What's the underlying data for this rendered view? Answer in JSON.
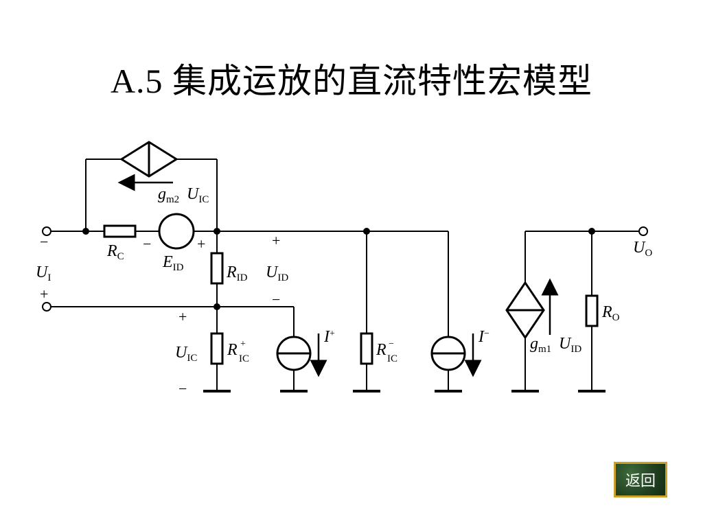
{
  "title": "A.5  集成运放的直流特性宏模型",
  "back_button": "返回",
  "labels": {
    "gm2": {
      "main": "g",
      "sub": "m2"
    },
    "uic_top": {
      "main": "U",
      "sub": "IC"
    },
    "rc": {
      "main": "R",
      "sub": "C"
    },
    "eid": {
      "main": "E",
      "sub": "ID"
    },
    "rid": {
      "main": "R",
      "sub": "ID"
    },
    "uid_mid": {
      "main": "U",
      "sub": "ID"
    },
    "ui": {
      "main": "U",
      "sub": "I"
    },
    "uic_low": {
      "main": "U",
      "sub": "IC"
    },
    "ric_plus": {
      "main": "R",
      "sub": "IC",
      "sup": "+"
    },
    "i_plus": {
      "main": "I",
      "sup": "+"
    },
    "ric_minus": {
      "main": "R",
      "sub": "IC",
      "sup": "−"
    },
    "i_minus": {
      "main": "I",
      "sup": "−"
    },
    "gm1": {
      "main": "g",
      "sub": "m1"
    },
    "uid_right": {
      "main": "U",
      "sub": "ID"
    },
    "ro": {
      "main": "R",
      "sub": "O"
    },
    "uo": {
      "main": "U",
      "sub": "O"
    }
  },
  "signs": {
    "input_top_minus": "−",
    "input_bottom_plus": "+",
    "eid_minus": "−",
    "eid_plus": "+",
    "uid_plus": "+",
    "uid_minus": "−",
    "uic_plus": "+",
    "uic_minus": "−"
  }
}
